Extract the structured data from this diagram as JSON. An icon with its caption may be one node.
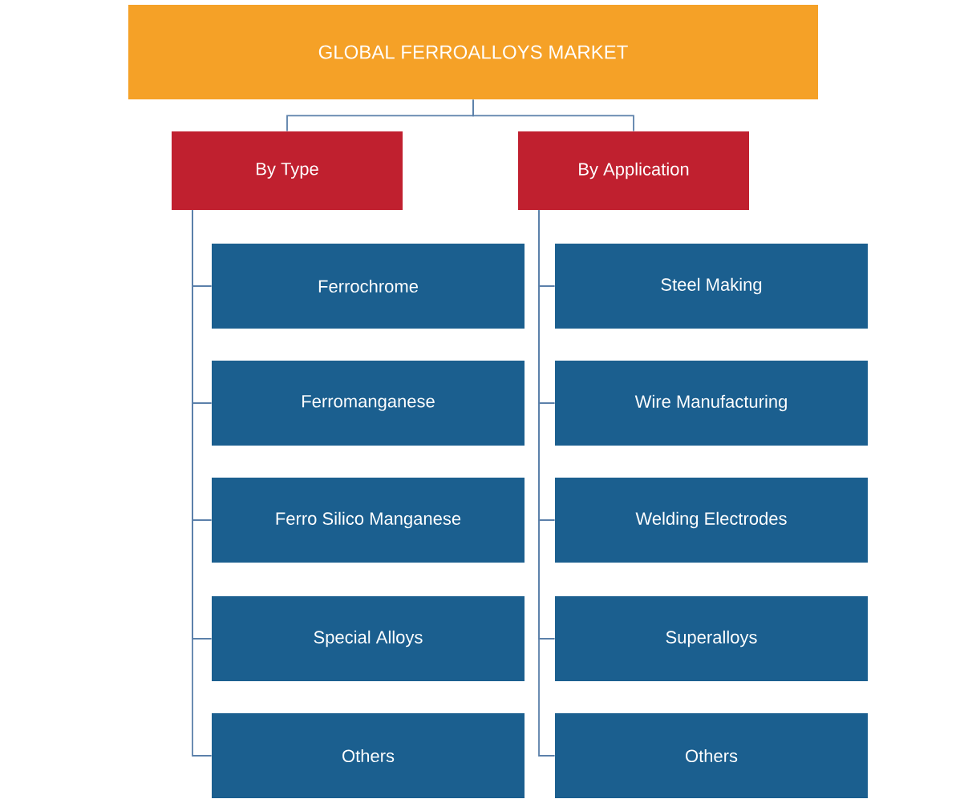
{
  "diagram": {
    "nodes": [
      {
        "text": [
          "GLOBAL FERROALLOYS MARKET"
        ]
      },
      {
        "text": [
          "By Type"
        ]
      },
      {
        "text": [
          "By Application"
        ]
      },
      {
        "text": [
          "Ferrochrome"
        ]
      },
      {
        "text": [
          "Ferromanganese"
        ]
      },
      {
        "text": [
          "Ferro Silico Manganese"
        ]
      },
      {
        "text": [
          "Special Alloys"
        ]
      },
      {
        "text": [
          "Others"
        ]
      },
      {
        "text": [
          "Steel Making"
        ]
      },
      {
        "text": [
          "Wire  Manufacturing"
        ]
      },
      {
        "text": [
          "Welding Electrodes"
        ]
      },
      {
        "text": [
          "Superalloys"
        ]
      },
      {
        "text": [
          "Others"
        ]
      }
    ],
    "edges": [
      {
        "from": 0,
        "to": 1,
        "arrow": "none"
      },
      {
        "from": 0,
        "to": 2,
        "arrow": "none"
      },
      {
        "from": 1,
        "to": 3,
        "arrow": "none"
      },
      {
        "from": 1,
        "to": 4,
        "arrow": "none"
      },
      {
        "from": 1,
        "to": 5,
        "arrow": "none"
      },
      {
        "from": 1,
        "to": 6,
        "arrow": "none"
      },
      {
        "from": 1,
        "to": 7,
        "arrow": "none"
      },
      {
        "from": 2,
        "to": 8,
        "arrow": "none"
      },
      {
        "from": 2,
        "to": 9,
        "arrow": "none"
      },
      {
        "from": 2,
        "to": 10,
        "arrow": "none"
      },
      {
        "from": 2,
        "to": 11,
        "arrow": "none"
      },
      {
        "from": 2,
        "to": 12,
        "arrow": "none"
      }
    ]
  }
}
